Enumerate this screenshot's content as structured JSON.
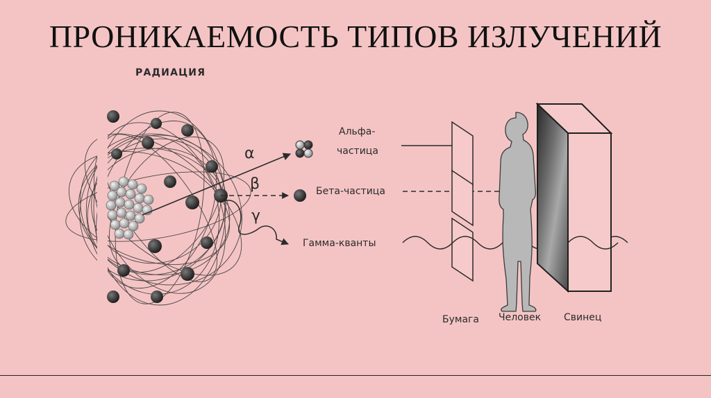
{
  "slide": {
    "title": "ПРОНИКАЕМОСТЬ ТИПОВ ИЗЛУЧЕНИЙ"
  },
  "diagram": {
    "source_label": "РАДИАЦИЯ",
    "symbols": {
      "alpha": "α",
      "beta": "β",
      "gamma": "γ"
    },
    "rays": {
      "alpha_line1": "Альфа-",
      "alpha_line2": "частица",
      "beta": "Бета-частица",
      "gamma": "Гамма-кванты"
    },
    "barriers": {
      "paper": "Бумага",
      "human": "Человек",
      "lead": "Свинец"
    },
    "colors": {
      "background": "#f4c4c4",
      "ink": "#2b2b2b"
    }
  }
}
